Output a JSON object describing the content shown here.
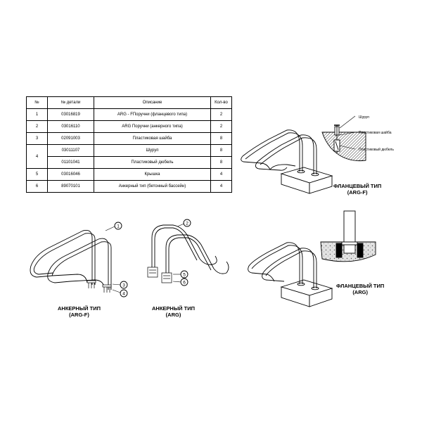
{
  "table": {
    "headers": [
      "№",
      "№ детали",
      "Описание",
      "Кол-во"
    ],
    "rows": [
      {
        "no": "1",
        "part": "03016819",
        "desc": "ARG - FПоручни (фланцевого типа)",
        "qty": "2"
      },
      {
        "no": "2",
        "part": "03016110",
        "desc": "ARG Поручни (анкерного типа)",
        "qty": "2"
      },
      {
        "no": "3",
        "part": "02091003",
        "desc": "Пластиковая шайба",
        "qty": "8"
      },
      {
        "no": "4",
        "part": "03011107",
        "desc": "Шуруп",
        "qty": "8"
      },
      {
        "no": "",
        "part": "01101041",
        "desc": "Пластиковый дюбель",
        "qty": "8"
      },
      {
        "no": "5",
        "part": "03016046",
        "desc": "Крышка",
        "qty": "4"
      },
      {
        "no": "6",
        "part": "89070101",
        "desc": "Анкерный тип (бетонный бассейн)",
        "qty": "4"
      }
    ]
  },
  "captions": {
    "flange_top_1": "ФЛАНЦЕВЫЙ ТИП",
    "flange_top_2": "(ARG-F)",
    "anchor_f_1": "АНКЕРНЫЙ ТИП",
    "anchor_f_2": "(ARG-F)",
    "anchor_1": "АНКЕРНЫЙ ТИП",
    "anchor_2": "(ARG)",
    "flange_bottom_1": "ФЛАНЦЕВЫЙ ТИП",
    "flange_bottom_2": "(ARG)"
  },
  "callouts": {
    "screw": "Шуруп",
    "washer": "Пластиковая шайба",
    "dowel": "Пластиковый дюбель"
  },
  "markers": [
    "1",
    "2",
    "3",
    "4",
    "5",
    "6"
  ]
}
